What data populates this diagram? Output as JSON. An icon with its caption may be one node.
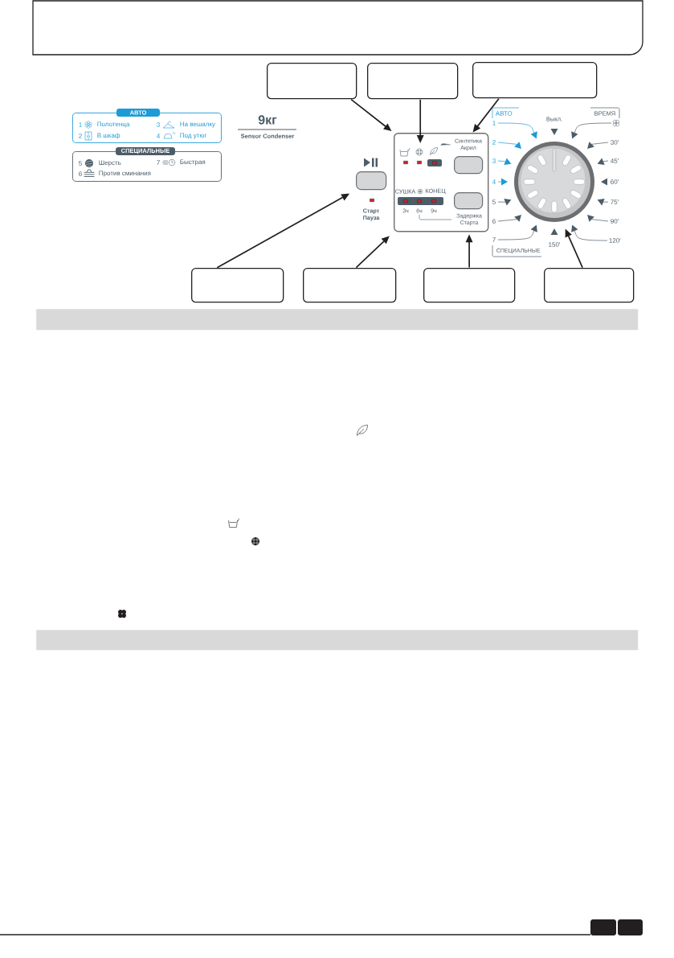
{
  "diagram": {
    "nodes": [
      {
        "text": [],
        "shape": "box"
      },
      {
        "text": [],
        "shape": "box"
      },
      {
        "text": [],
        "shape": "box"
      },
      {
        "text": [],
        "shape": "box"
      },
      {
        "text": [
          "АВТО",
          "1",
          "Полотенца",
          "3",
          "На вешалку",
          "2",
          "В шкаф",
          "4",
          "Под утюг"
        ]
      },
      {
        "text": [
          "СПЕЦИАЛЬНЫЕ",
          "5",
          "Шерсть",
          "7",
          "Быстрая",
          "6",
          "Против сминания"
        ]
      },
      {
        "text": [
          "Старт Пауза"
        ]
      },
      {
        "text": [],
        "shape": "box"
      },
      {
        "text": [],
        "shape": "picture",
        "in": 7
      },
      {
        "text": [
          "Синтетика Акрил"
        ],
        "in": 7
      },
      {
        "text": [
          "Задержка Старта"
        ],
        "in": 7
      },
      {
        "text": [],
        "shape": "circle"
      },
      {
        "text": [],
        "shape": "box"
      },
      {
        "text": [],
        "shape": "box"
      },
      {
        "text": [],
        "shape": "box"
      },
      {
        "text": [],
        "shape": "box"
      },
      {
        "text": [],
        "shape": "bar"
      },
      {
        "text": [],
        "shape": "bar"
      }
    ],
    "edges": [
      {
        "from": 1,
        "to": 7,
        "arrow": "to"
      },
      {
        "from": 2,
        "to": 8,
        "arrow": "to"
      },
      {
        "from": 3,
        "to": 9,
        "arrow": "to"
      },
      {
        "from": 12,
        "to": 6,
        "arrow": "to"
      },
      {
        "from": 13,
        "to": 7,
        "arrow": "to"
      },
      {
        "from": 14,
        "to": 10,
        "arrow": "to"
      },
      {
        "from": 15,
        "to": 11,
        "arrow": "to"
      },
      {
        "from": 9,
        "to": 8,
        "arrow": "none"
      }
    ],
    "labels": [
      "9кг",
      "Sensor Condenser",
      "АВТО",
      "Выкл.",
      "ВРЕМЯ",
      "1",
      "2",
      "3",
      "4",
      "5",
      "6",
      "7",
      "30'",
      "45'",
      "60'",
      "75'",
      "90'",
      "120'",
      "150'",
      "СПЕЦИАЛЬНЫЕ",
      "СУШКА",
      "КОНЕЦ",
      "3ч",
      "6ч",
      "9ч"
    ]
  }
}
